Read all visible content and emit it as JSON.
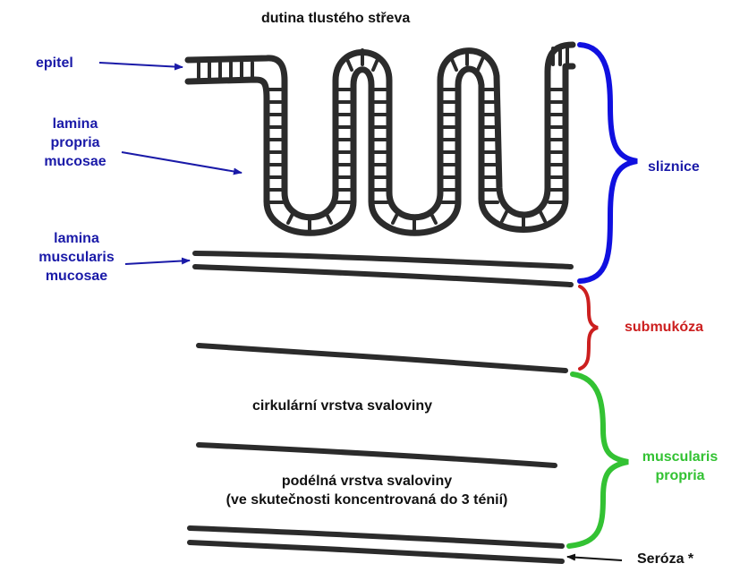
{
  "labels": {
    "lumen": "dutina tlustého střeva",
    "epitel": "epitel",
    "lamina_propria": [
      "lamina",
      "propria",
      "mucosae"
    ],
    "lamina_muscularis": [
      "lamina",
      "muscularis",
      "mucosae"
    ],
    "sliznice": "sliznice",
    "submukoza": "submukóza",
    "circular_layer": "cirkulární vrstva svaloviny",
    "longitudinal_layer": "podélná vrstva svaloviny",
    "longitudinal_note": "(ve skutečnosti koncentrovaná do 3 ténií)",
    "muscularis_propria": [
      "muscularis",
      "propria"
    ],
    "seroza": "Seróza *"
  },
  "colors": {
    "blue": "#1a1aa8",
    "blue_brace": "#1010e0",
    "red": "#cc1f1f",
    "green": "#33c233",
    "lines": "#2b2b2b"
  }
}
